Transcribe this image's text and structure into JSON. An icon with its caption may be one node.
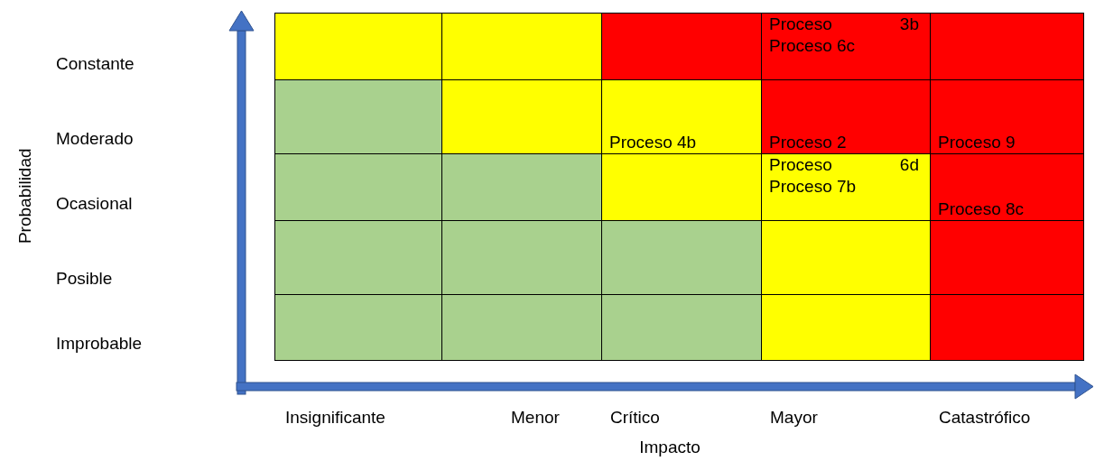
{
  "diagram": {
    "nodes": [
      {
        "text": [],
        "shape": "box"
      },
      {
        "text": [],
        "shape": "box"
      },
      {
        "text": [],
        "shape": "box"
      },
      {
        "text": [
          "Proceso 3b",
          "Proceso 6c"
        ]
      },
      {
        "text": [],
        "shape": "box"
      },
      {
        "text": [],
        "shape": "box"
      },
      {
        "text": [],
        "shape": "box"
      },
      {
        "text": [
          "Proceso 4b"
        ]
      },
      {
        "text": [
          "Proceso 2"
        ]
      },
      {
        "text": [
          "Proceso 9"
        ]
      },
      {
        "text": [],
        "shape": "box"
      },
      {
        "text": [],
        "shape": "box"
      },
      {
        "text": [],
        "shape": "box"
      },
      {
        "text": [
          "Proceso 6d",
          "Proceso 7b"
        ]
      },
      {
        "text": [
          "Proceso 8c"
        ]
      },
      {
        "text": [],
        "shape": "box"
      },
      {
        "text": [],
        "shape": "box"
      },
      {
        "text": [],
        "shape": "box"
      },
      {
        "text": [],
        "shape": "box"
      },
      {
        "text": [],
        "shape": "box"
      },
      {
        "text": [],
        "shape": "box"
      },
      {
        "text": [],
        "shape": "box"
      },
      {
        "text": [],
        "shape": "box"
      },
      {
        "text": [],
        "shape": "box"
      },
      {
        "text": [],
        "shape": "box"
      }
    ],
    "edges": [],
    "labels": [
      "Constante",
      "Moderado",
      "Ocasional",
      "Posible",
      "Improbable",
      "Probabilidad",
      "Insignificante",
      "Menor",
      "Crítico",
      "Mayor",
      "Catastrófico",
      "Impacto"
    ]
  }
}
